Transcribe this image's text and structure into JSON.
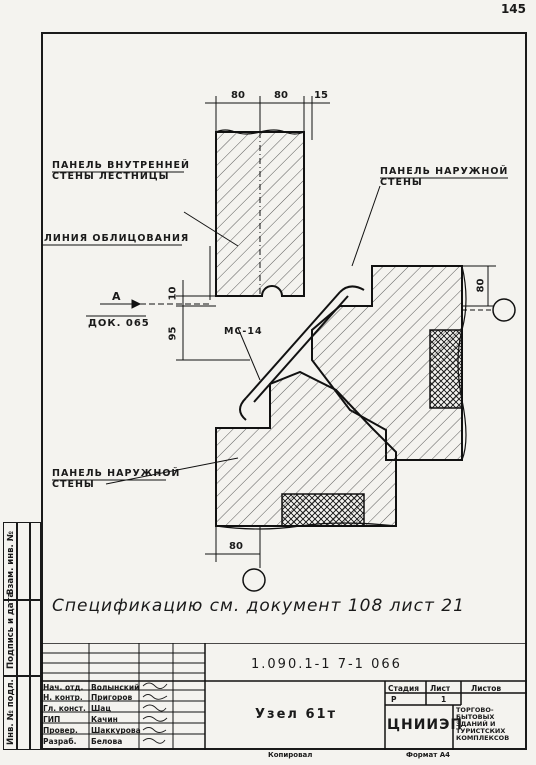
{
  "page_number": "145",
  "corner_mark": "",
  "labels": {
    "inner_panel": [
      "ПАНЕЛЬ ВНУТРЕННЕЙ",
      "СТЕНЫ ЛЕСТНИЦЫ"
    ],
    "outer_panel_top": [
      "ПАНЕЛЬ НАРУЖНОЙ",
      "СТЕНЫ"
    ],
    "facing_line": "ЛИНИЯ ОБЛИЦОВАНИЯ",
    "section_letter": "А",
    "section_ref": "ДОК. 065",
    "outer_panel_bottom": [
      "ПАНЕЛЬ НАРУЖНОЙ",
      "СТЕНЫ"
    ],
    "element_mark": "МС-14"
  },
  "dimensions": {
    "top_1": "80",
    "top_2": "80",
    "top_3": "15",
    "left_10": "10",
    "left_95": "95",
    "right_80": "80",
    "bottom_80": "80"
  },
  "specification_note": "Спецификацию см. документ 108 лист 21",
  "side_stamp": [
    "Инв. № подл.",
    "Подпись и дата",
    "Взам. инв. №"
  ],
  "title_block": {
    "doc_code": "1.090.1-1   7-1   066",
    "title": "Узел 61т",
    "roles": [
      "Нач. отд.",
      "Н. контр.",
      "Гл. конст.",
      "ГИП",
      "Провер.",
      "Разраб."
    ],
    "names": [
      "Волынский",
      "Пригоров",
      "Шац",
      "Качин",
      "Шаккурова",
      "Белова"
    ],
    "stage_header": "Стадия",
    "sheet_header": "Лист",
    "sheets_header": "Листов",
    "stage_value": "Р",
    "sheet_value": "1",
    "organization": "ЦНИИЭП",
    "org_desc": "ТОРГОВО- БЫТОВЫХ ЗДАНИЙ И ТУРИСТСКИХ КОМПЛЕКСОВ"
  },
  "footer": {
    "copied": "Копировал",
    "format": "Формат А4"
  }
}
